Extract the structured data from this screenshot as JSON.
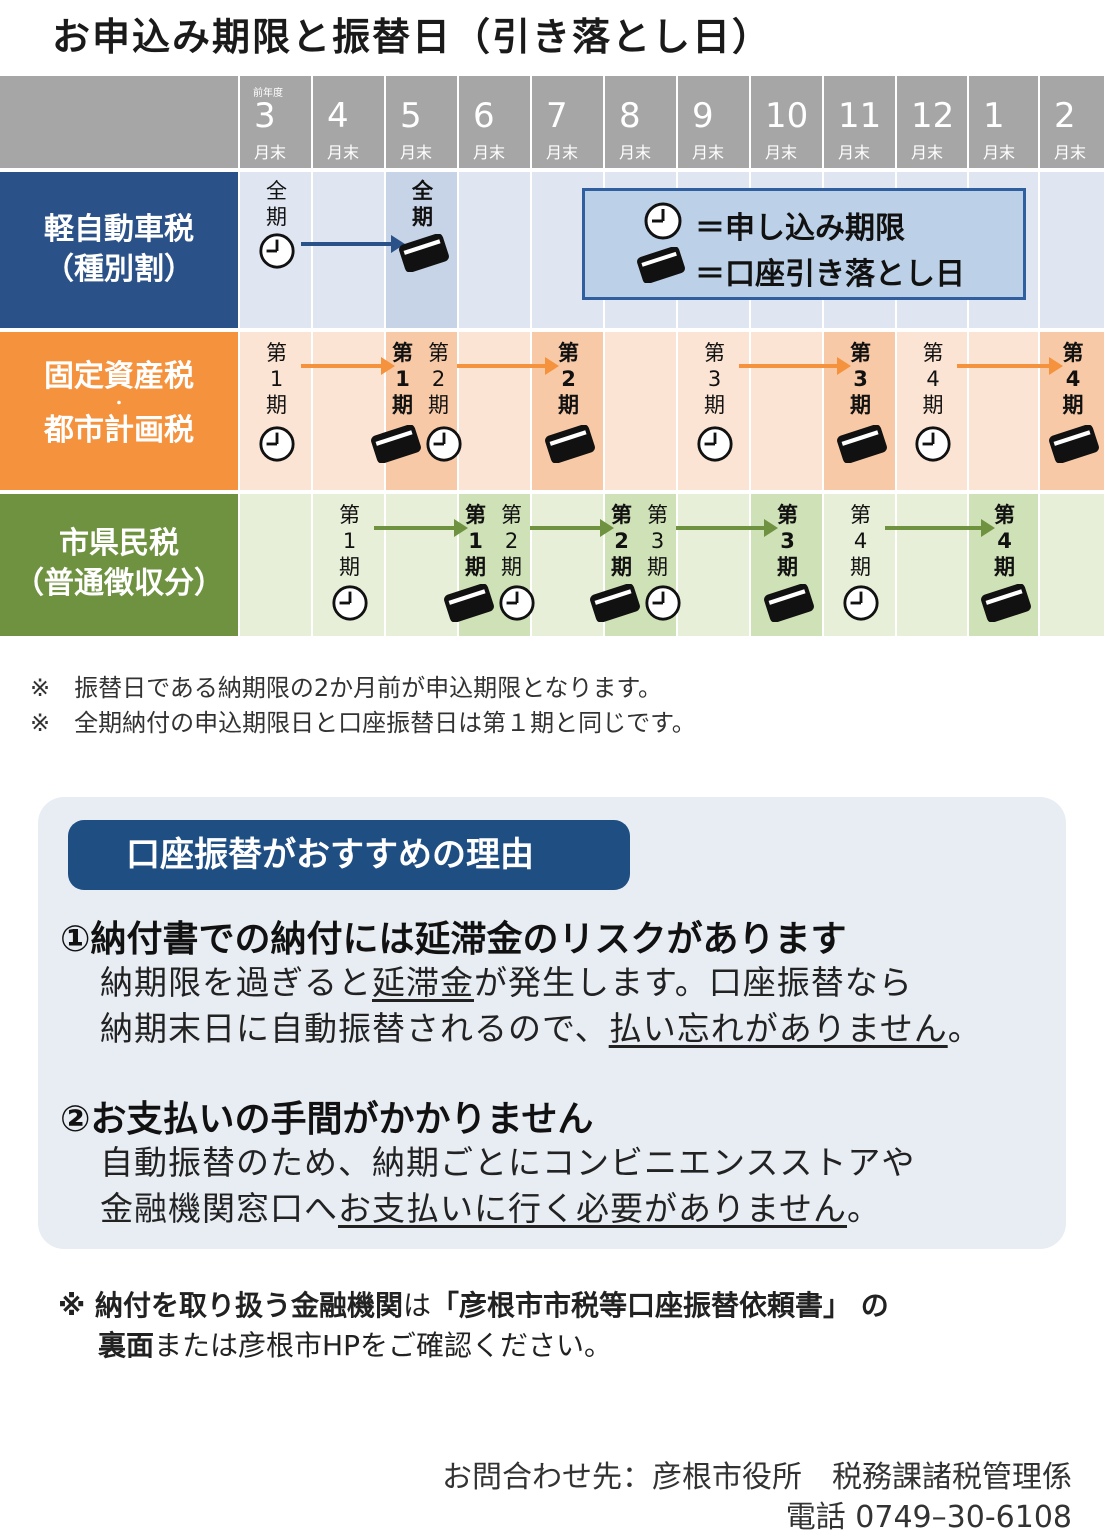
{
  "title": "お申込み期限と振替日（引き落とし日）",
  "header": {
    "months": [
      {
        "num": "3",
        "prefix": "前年度",
        "suffix": "月末"
      },
      {
        "num": "4",
        "suffix": "月末"
      },
      {
        "num": "5",
        "suffix": "月末"
      },
      {
        "num": "6",
        "suffix": "月末"
      },
      {
        "num": "7",
        "suffix": "月末"
      },
      {
        "num": "8",
        "suffix": "月末"
      },
      {
        "num": "9",
        "suffix": "月末"
      },
      {
        "num": "10",
        "suffix": "月末"
      },
      {
        "num": "11",
        "suffix": "月末"
      },
      {
        "num": "12",
        "suffix": "月末"
      },
      {
        "num": "1",
        "suffix": "月末"
      },
      {
        "num": "2",
        "suffix": "月末"
      }
    ]
  },
  "rows": {
    "kei": {
      "label_line1": "軽自動車税",
      "label_line2": "（種別割）",
      "color": "#2b5189",
      "light": "#dfe6f2",
      "accent": "#c7d3e6"
    },
    "kotei": {
      "label_line1": "固定資産税",
      "label_sep": "・",
      "label_line2": "都市計画税",
      "color": "#f5923e",
      "light": "#fce4d4",
      "accent": "#f8c9a6"
    },
    "shi": {
      "label_line1": "市県民税",
      "label_line2": "（普通徴収分）",
      "color": "#6f9240",
      "light": "#e7efd9",
      "accent": "#cfe1b6"
    }
  },
  "marks": {
    "zen": "全期",
    "dai1": "第1期",
    "dai2": "第2期",
    "dai3": "第3期",
    "dai4": "第4期"
  },
  "legend": {
    "deadline": "＝申し込み期限",
    "debit": "＝口座引き落とし日"
  },
  "notes": [
    "※　振替日である納期限の2か月前が申込期限となります。",
    "※　全期納付の申込期限日と口座振替日は第１期と同じです。"
  ],
  "panel": {
    "title": "口座振替がおすすめの理由",
    "r1_head": "①納付書での納付には延滞金のリスクがあります",
    "r1_l1a": "納期限を過ぎると",
    "r1_l1b": "延滞金",
    "r1_l1c": "が発生します。口座振替なら",
    "r1_l2a": "納期末日に自動振替されるので、",
    "r1_l2b": "払い忘れがありません",
    "r1_l2c": "。",
    "r2_head": "②お支払いの手間がかかりません",
    "r2_l1": "自動振替のため、納期ごとにコンビニエンスストアや",
    "r2_l2a": "金融機関窓口へ",
    "r2_l2b": "お支払いに行く必要がありません",
    "r2_l2c": "。"
  },
  "footnote": {
    "mark": "※ ",
    "b1": "納付を取り扱う金融機関",
    "t1": "は",
    "b2": "「彦根市市税等口座振替依頼書」 の",
    "b3": "裏面",
    "t2": "または彦根市HPをご確認ください。"
  },
  "contact": {
    "line1": "お問合わせ先：彦根市役所　税務課諸税管理係",
    "line2": "電話 0749–30-6108"
  }
}
